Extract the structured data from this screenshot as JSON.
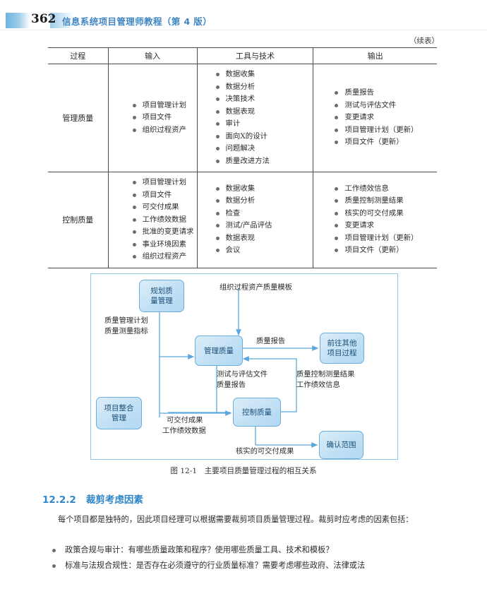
{
  "header": {
    "page_number": "362",
    "book_title": "信息系统项目管理师教程（第 4 版）"
  },
  "table": {
    "continued_note": "（续表）",
    "columns": [
      "过程",
      "输入",
      "工具与技术",
      "输出"
    ],
    "rows": [
      {
        "process": "管理质量",
        "inputs": [
          "项目管理计划",
          "项目文件",
          "组织过程资产"
        ],
        "tools": [
          "数据收集",
          "数据分析",
          "决策技术",
          "数据表现",
          "审计",
          "面向X的设计",
          "问题解决",
          "质量改进方法"
        ],
        "outputs": [
          "质量报告",
          "测试与评估文件",
          "变更请求",
          "项目管理计划（更新）",
          "项目文件（更新）"
        ]
      },
      {
        "process": "控制质量",
        "inputs": [
          "项目管理计划",
          "项目文件",
          "可交付成果",
          "工作绩效数据",
          "批准的变更请求",
          "事业环境因素",
          "组织过程资产"
        ],
        "tools": [
          "数据收集",
          "数据分析",
          "检查",
          "测试/产品评估",
          "数据表现",
          "会议"
        ],
        "outputs": [
          "工作绩效信息",
          "质量控制测量结果",
          "核实的可交付成果",
          "变更请求",
          "项目管理计划（更新）",
          "项目文件（更新）"
        ]
      }
    ]
  },
  "diagram": {
    "nodes": {
      "plan_quality": "规划质\n量管理",
      "plan_quality_l1": "规划质",
      "plan_quality_l2": "量管理",
      "manage_quality": "管理质量",
      "control_quality": "控制质量",
      "integration": "项目整合\n管理",
      "integration_l1": "项目整合",
      "integration_l2": "管理",
      "other_processes_l1": "前往其他",
      "other_processes_l2": "项目过程",
      "validate_scope": "确认范围"
    },
    "edge_labels": {
      "opa_template": "组织过程资产质量模板",
      "quality_mgmt_plan": "质量管理计划",
      "quality_metrics": "质量测量指标",
      "quality_report_top": "质量报告",
      "test_eval_docs": "测试与评估文件",
      "quality_report_mid": "质量报告",
      "qc_measurements": "质量控制测量结果",
      "work_perf_info": "工作绩效信息",
      "deliverables": "可交付成果",
      "work_perf_data": "工作绩效数据",
      "verified_deliverables": "核实的可交付成果"
    },
    "colors": {
      "node_fill": "#c6e2f5",
      "node_border": "#69aedd",
      "arrow": "#5aa8dd",
      "frame": "#8fc6e8"
    }
  },
  "figure_caption": "图 12-1　主要项目质量管理过程的相互关系",
  "section": {
    "number": "12.2.2",
    "title": "裁剪考虑因素",
    "paragraph": "每个项目都是独特的，因此项目经理可以根据需要裁剪项目质量管理过程。裁剪时应考虑的因素包括：",
    "bullets": [
      "政策合规与审计：有哪些质量政策和程序？使用哪些质量工具、技术和模板？",
      "标准与法规合规性：是否存在必须遵守的行业质量标准？需要考虑哪些政府、法律或法"
    ]
  }
}
